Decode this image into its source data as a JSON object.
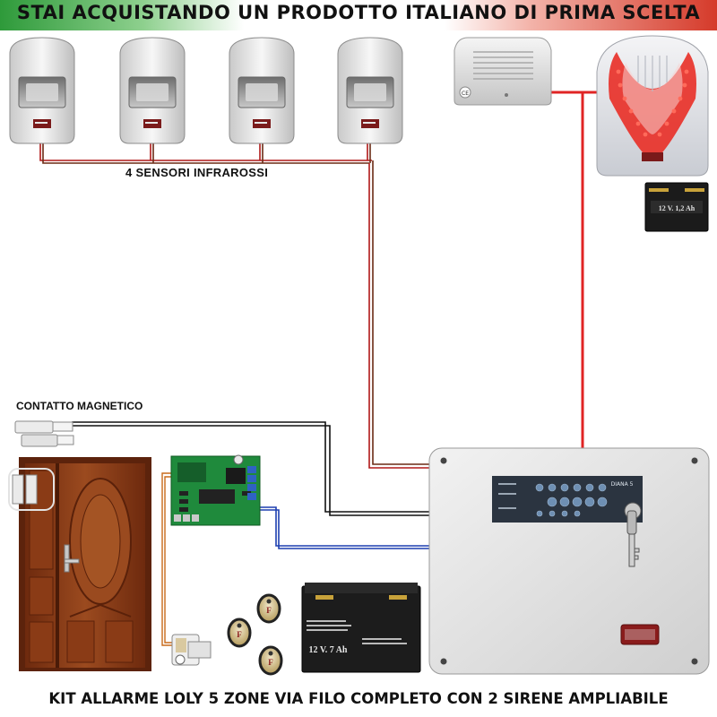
{
  "header": {
    "banner": "STAI ACQUISTANDO UN PRODOTTO ITALIANO DI PRIMA SCELTA"
  },
  "labels": {
    "sensors": "4 SENSORI INFRAROSSI",
    "contact": "CONTATTO MAGNETICO",
    "battery_small": "12 V. 1,2 Ah",
    "battery_large": "12 V. 7 Ah",
    "panel_model": "DIANA 5"
  },
  "footer": {
    "caption": "KIT ALLARME LOLY 5 ZONE VIA FILO COMPLETO CON 2 SIRENE AMPLIABILE"
  },
  "colors": {
    "wire_red": "#d42020",
    "wire_brown": "#7a2e1a",
    "wire_black": "#111111",
    "wire_blue": "#1d3fb0",
    "door": "#8a3b16",
    "pcb": "#1f8a3c",
    "siren_light": "#e8322a"
  },
  "icons": {
    "sensor": "pir-sensor-icon",
    "siren_indoor": "indoor-siren-icon",
    "siren_outdoor": "outdoor-siren-icon",
    "battery": "battery-icon",
    "panel": "control-panel-icon",
    "tag": "rfid-tag-icon",
    "door": "door-icon",
    "contact": "magnetic-contact-icon",
    "module": "pcb-module-icon",
    "key": "key-icon"
  }
}
